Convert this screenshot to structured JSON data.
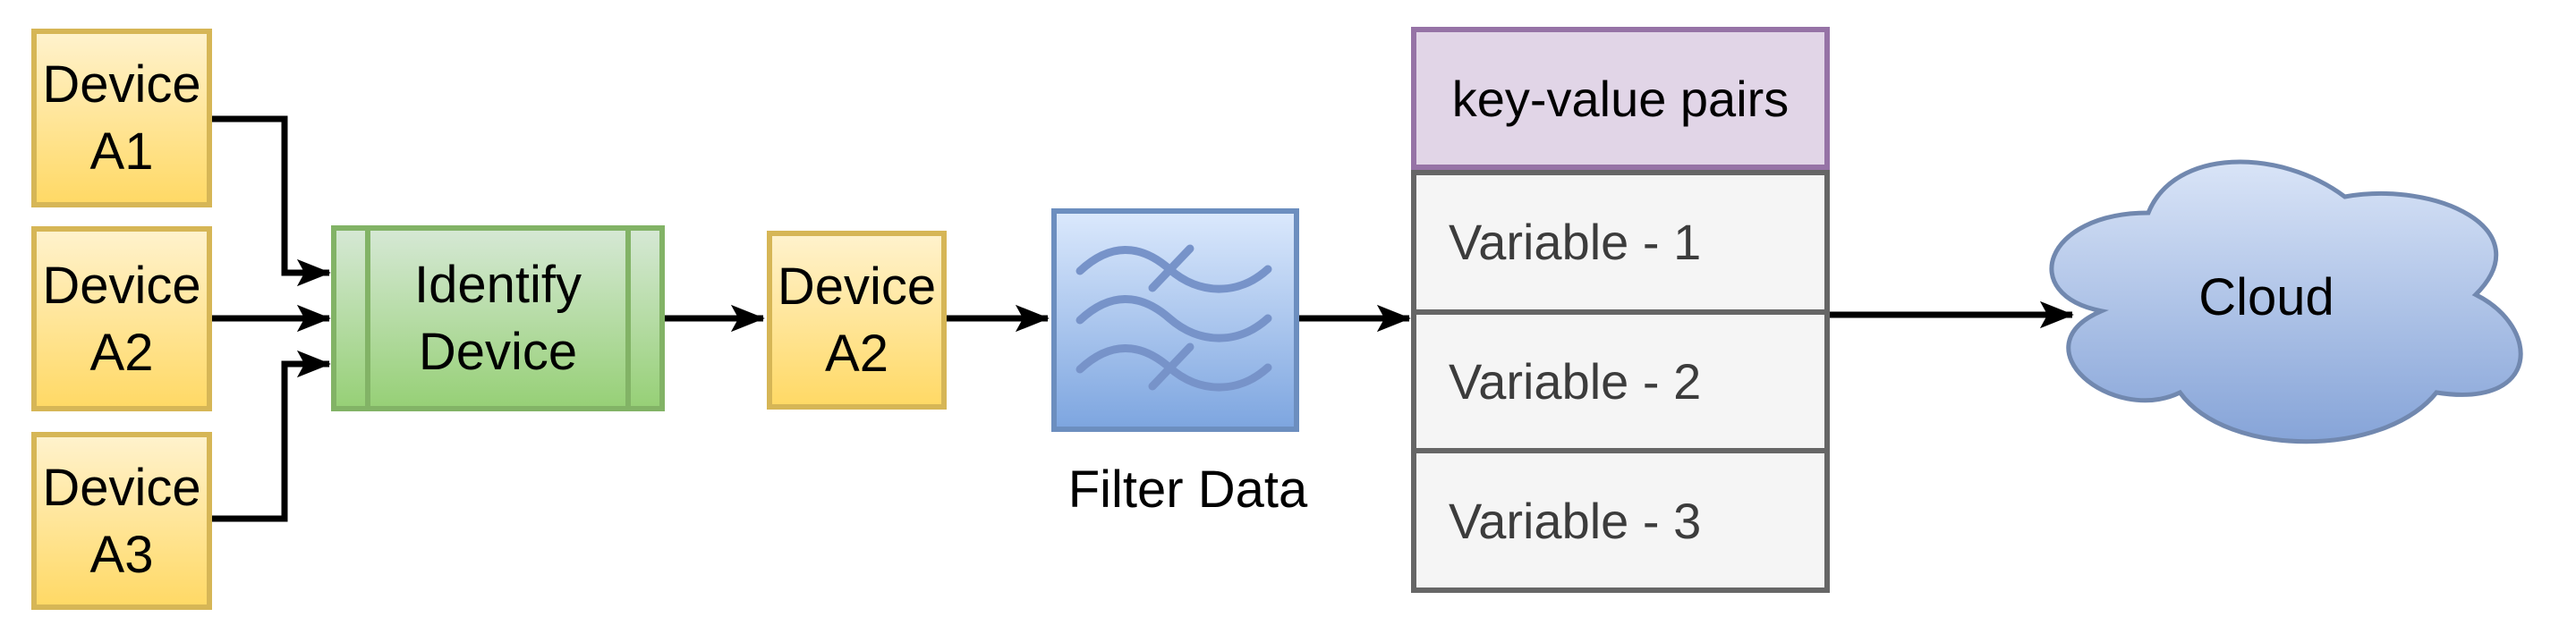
{
  "diagram": {
    "source_devices": [
      {
        "label": "Device\nA1"
      },
      {
        "label": "Device\nA2"
      },
      {
        "label": "Device\nA3"
      }
    ],
    "identify_process": {
      "label": "Identify\nDevice"
    },
    "selected_device": {
      "label": "Device\nA2"
    },
    "filter": {
      "label": "Filter Data"
    },
    "kv_table": {
      "header": "key-value pairs",
      "rows": [
        "Variable - 1",
        "Variable - 2",
        "Variable - 3"
      ]
    },
    "cloud": {
      "label": "Cloud"
    },
    "palette": {
      "device_fill_top": "#FFF2CC",
      "device_fill_bottom": "#FFD966",
      "device_border": "#D6B656",
      "process_fill_top": "#D5E8D4",
      "process_fill_bottom": "#97D077",
      "process_border": "#82B366",
      "filter_fill_top": "#DAE8FC",
      "filter_fill_bottom": "#7EA6E0",
      "filter_border": "#6C8EBF",
      "table_header_fill": "#E1D5E7",
      "table_header_border": "#9673A6",
      "table_row_fill": "#F5F5F5",
      "table_row_border": "#666666",
      "cloud_border": "#7188AF",
      "connector": "#000000"
    }
  }
}
